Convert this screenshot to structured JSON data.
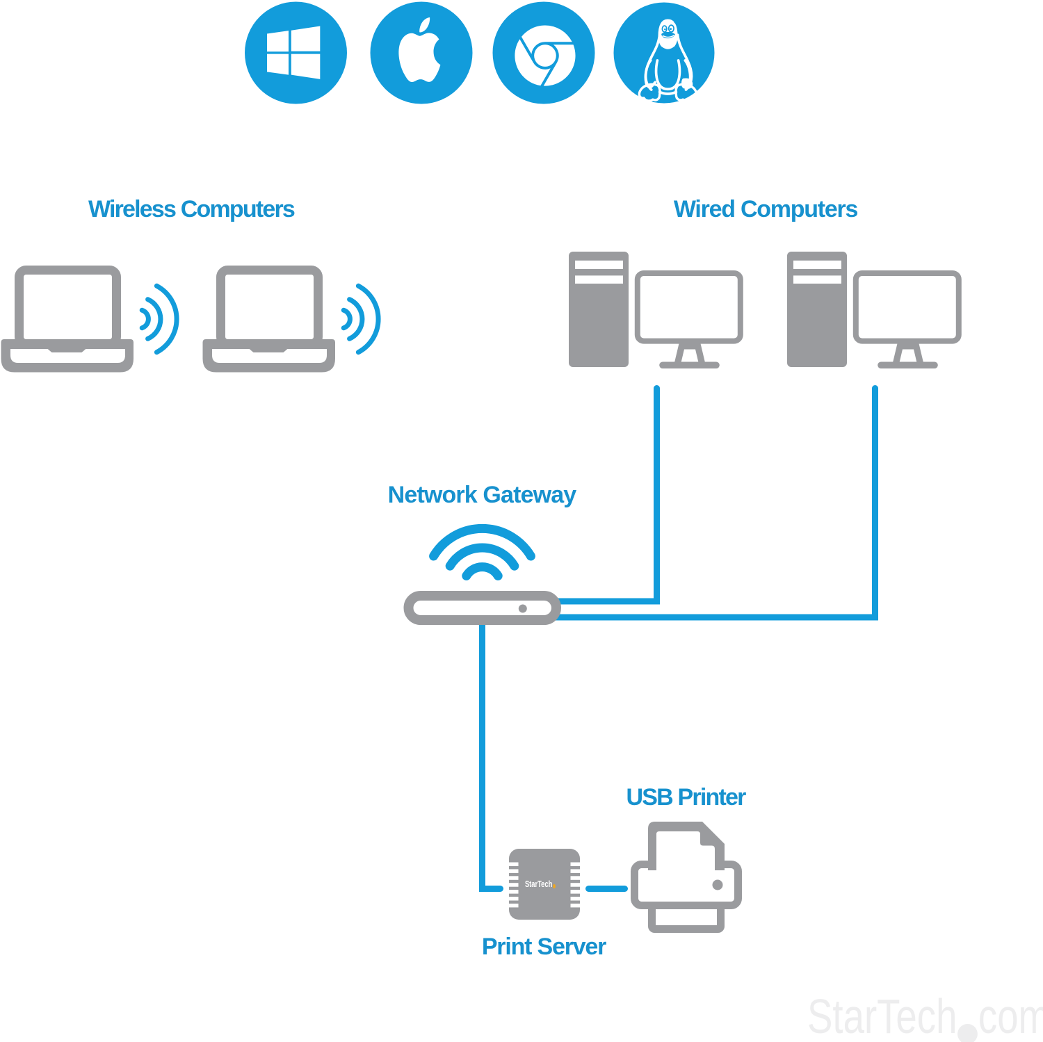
{
  "page": {
    "type": "network-diagram",
    "background": "#ffffff"
  },
  "colors": {
    "blue": "#129cdb",
    "text_blue": "#1791ce",
    "gray": "#9a9b9e",
    "watermark_gray": "#ededee",
    "brand_dot_orange": "#f2a71c"
  },
  "platform_icons": [
    "windows",
    "apple",
    "chrome",
    "linux"
  ],
  "labels": {
    "wireless": "Wireless Computers",
    "wired": "Wired Computers",
    "gateway": "Network Gateway",
    "usb_printer": "USB Printer",
    "print_server": "Print Server"
  },
  "print_server_chip": {
    "brand": "StarTech"
  },
  "watermark": {
    "brand": "StarTech",
    "suffix": "com"
  },
  "diagram": {
    "nodes": [
      "wireless-computers",
      "wired-computers",
      "network-gateway",
      "print-server",
      "usb-printer"
    ],
    "connections": [
      {
        "from": "wired-computer-1",
        "to": "network-gateway",
        "type": "wired"
      },
      {
        "from": "wired-computer-2",
        "to": "network-gateway",
        "type": "wired"
      },
      {
        "from": "wireless-computer-1",
        "to": "network-gateway",
        "type": "wireless"
      },
      {
        "from": "wireless-computer-2",
        "to": "network-gateway",
        "type": "wireless"
      },
      {
        "from": "network-gateway",
        "to": "print-server",
        "type": "wired"
      },
      {
        "from": "print-server",
        "to": "usb-printer",
        "type": "usb"
      }
    ]
  }
}
